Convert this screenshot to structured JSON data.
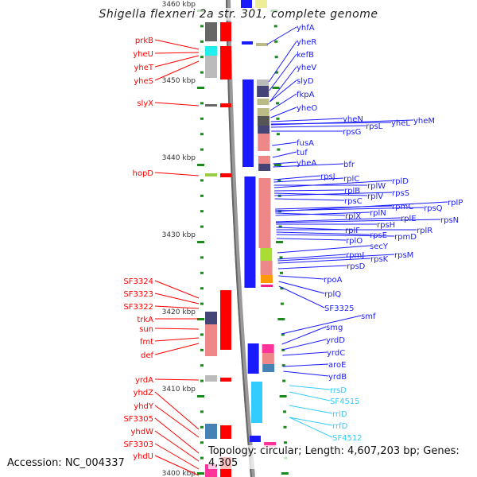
{
  "title": "Shigella flexneri 2a str. 301, complete genome",
  "accession": "Accession: NC_004337",
  "topology": "Topology: circular; Length: 4,607,203 bp; Genes: 4,305",
  "colors": {
    "reverse_strand": "#1a1aff",
    "forward_strand": "#ff0000",
    "rna": "#33ccff",
    "backbone": "#888888",
    "ticks": "#1a8a1a"
  },
  "scale_labels": [
    "3460 kbp",
    "3450 kbp",
    "3440 kbp",
    "3430 kbp",
    "3420 kbp",
    "3410 kbp",
    "3400 kbp"
  ],
  "right_labels": [
    "yhfA",
    "yheR",
    "kefB",
    "yheV",
    "slyD",
    "fkpA",
    "yheO",
    "yheN",
    "yheL",
    "yheM",
    "rpsL",
    "rpsG",
    "fusA",
    "tuf",
    "yheA",
    "bfr",
    "rpsJ",
    "rplC",
    "rplW",
    "rplD",
    "rplB",
    "rplV",
    "rpsS",
    "rpsC",
    "rpmC",
    "rpsQ",
    "rplP",
    "rplX",
    "rplN",
    "rplE",
    "rpsN",
    "rpsH",
    "rplF",
    "rplR",
    "rpsE",
    "rpmD",
    "rplO",
    "secY",
    "rpmJ",
    "rpsM",
    "rpsK",
    "rpsD",
    "rpoA",
    "rplQ",
    "SF3325",
    "smf",
    "smg",
    "yrdD",
    "yrdC",
    "aroE",
    "yrdB"
  ],
  "rna_labels": [
    "rrsD",
    "SF4515",
    "rrlD",
    "rrfD",
    "SF4512"
  ],
  "left_labels": [
    "prkB",
    "yheU",
    "yheT",
    "yheS",
    "slyX",
    "hopD",
    "SF3324",
    "SF3323",
    "SF3322",
    "trkA",
    "sun",
    "fmt",
    "def",
    "yrdA",
    "yhdZ",
    "yhdY",
    "SF3305",
    "yhdW",
    "SF3303",
    "yhdU"
  ]
}
